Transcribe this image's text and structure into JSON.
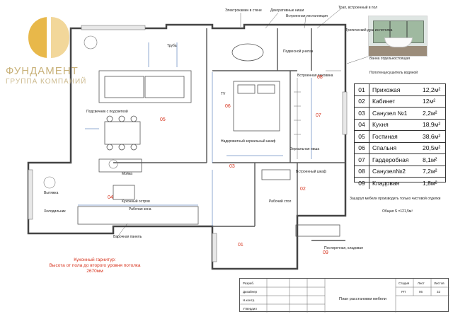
{
  "brand": {
    "name": "ФУНДАМЕНТ",
    "subtitle": "ГРУППА КОМПАНИЙ",
    "accent_color": "#e8b84a",
    "text_color": "#c9b27a"
  },
  "rooms": [
    {
      "no": "01",
      "name": "Прихожая",
      "area": "12,2м²"
    },
    {
      "no": "02",
      "name": "Кабинет",
      "area": "12м²"
    },
    {
      "no": "03",
      "name": "Санузел №1",
      "area": "2,2м²"
    },
    {
      "no": "04",
      "name": "Кухня",
      "area": "18,9м²"
    },
    {
      "no": "05",
      "name": "Гостиная",
      "area": "38,6м²"
    },
    {
      "no": "06",
      "name": "Спальня",
      "area": "20,5м²"
    },
    {
      "no": "07",
      "name": "Гардеробная",
      "area": "8,1м²"
    },
    {
      "no": "08",
      "name": "Санузел№2",
      "area": "7,2м²"
    },
    {
      "no": "09",
      "name": "Кладовая",
      "area": "1,8м²"
    }
  ],
  "total_area": "Общая S =121,5м²",
  "notes": {
    "shelf": "Ванна отдельностоящая",
    "heated_floor": "Полотенцесушитель водяной",
    "plumbing": "Зашуруп мебели производить только чистовой отделки",
    "electro": "Электрокамин в стене",
    "decor": "Декоративные ниши",
    "installation": "Встроенная инсталляция",
    "sink": "Трап, встроенный в пол",
    "shower": "Тропический душ из потолка",
    "hanging_wc": "Подвесной унитаз",
    "kitchen_set_title": "Кухонный гарнитур:",
    "kitchen_set_line2": "Высота от пола до второго уровня потолка",
    "kitchen_set_line3": "2670мм",
    "sofa": "Подсвечник с подсветкой",
    "tv": "TV",
    "pipe": "Труба",
    "wardrobe": "Надкроватный зеркальный шкаф",
    "mirror": "Зеркальная ниша",
    "cabinet": "Встроенная раковина",
    "island": "Мойка",
    "hood": "Вытяжка",
    "fridge": "Холодильник",
    "oven": "Кухонный остров",
    "hob": "Рабочая зона",
    "column": "Варочная панель",
    "storage": "Постирочная, кладовая",
    "closet": "Встроенный шкаф",
    "desk": "Рабочий стол",
    "plan_title": "План расстановки мебели"
  },
  "room_numbers": [
    "01",
    "02",
    "03",
    "04",
    "05",
    "06",
    "07",
    "08",
    "09"
  ],
  "stamp": {
    "stage_label": "Стадия",
    "sheet_label": "Лист",
    "sheets_label": "Листов",
    "stage": "РП",
    "sheet": "06",
    "sheets": "32",
    "row1": "Разраб.",
    "row2": "Дизайнер",
    "row3": "Н.контр.",
    "row4": "Утвердил"
  }
}
